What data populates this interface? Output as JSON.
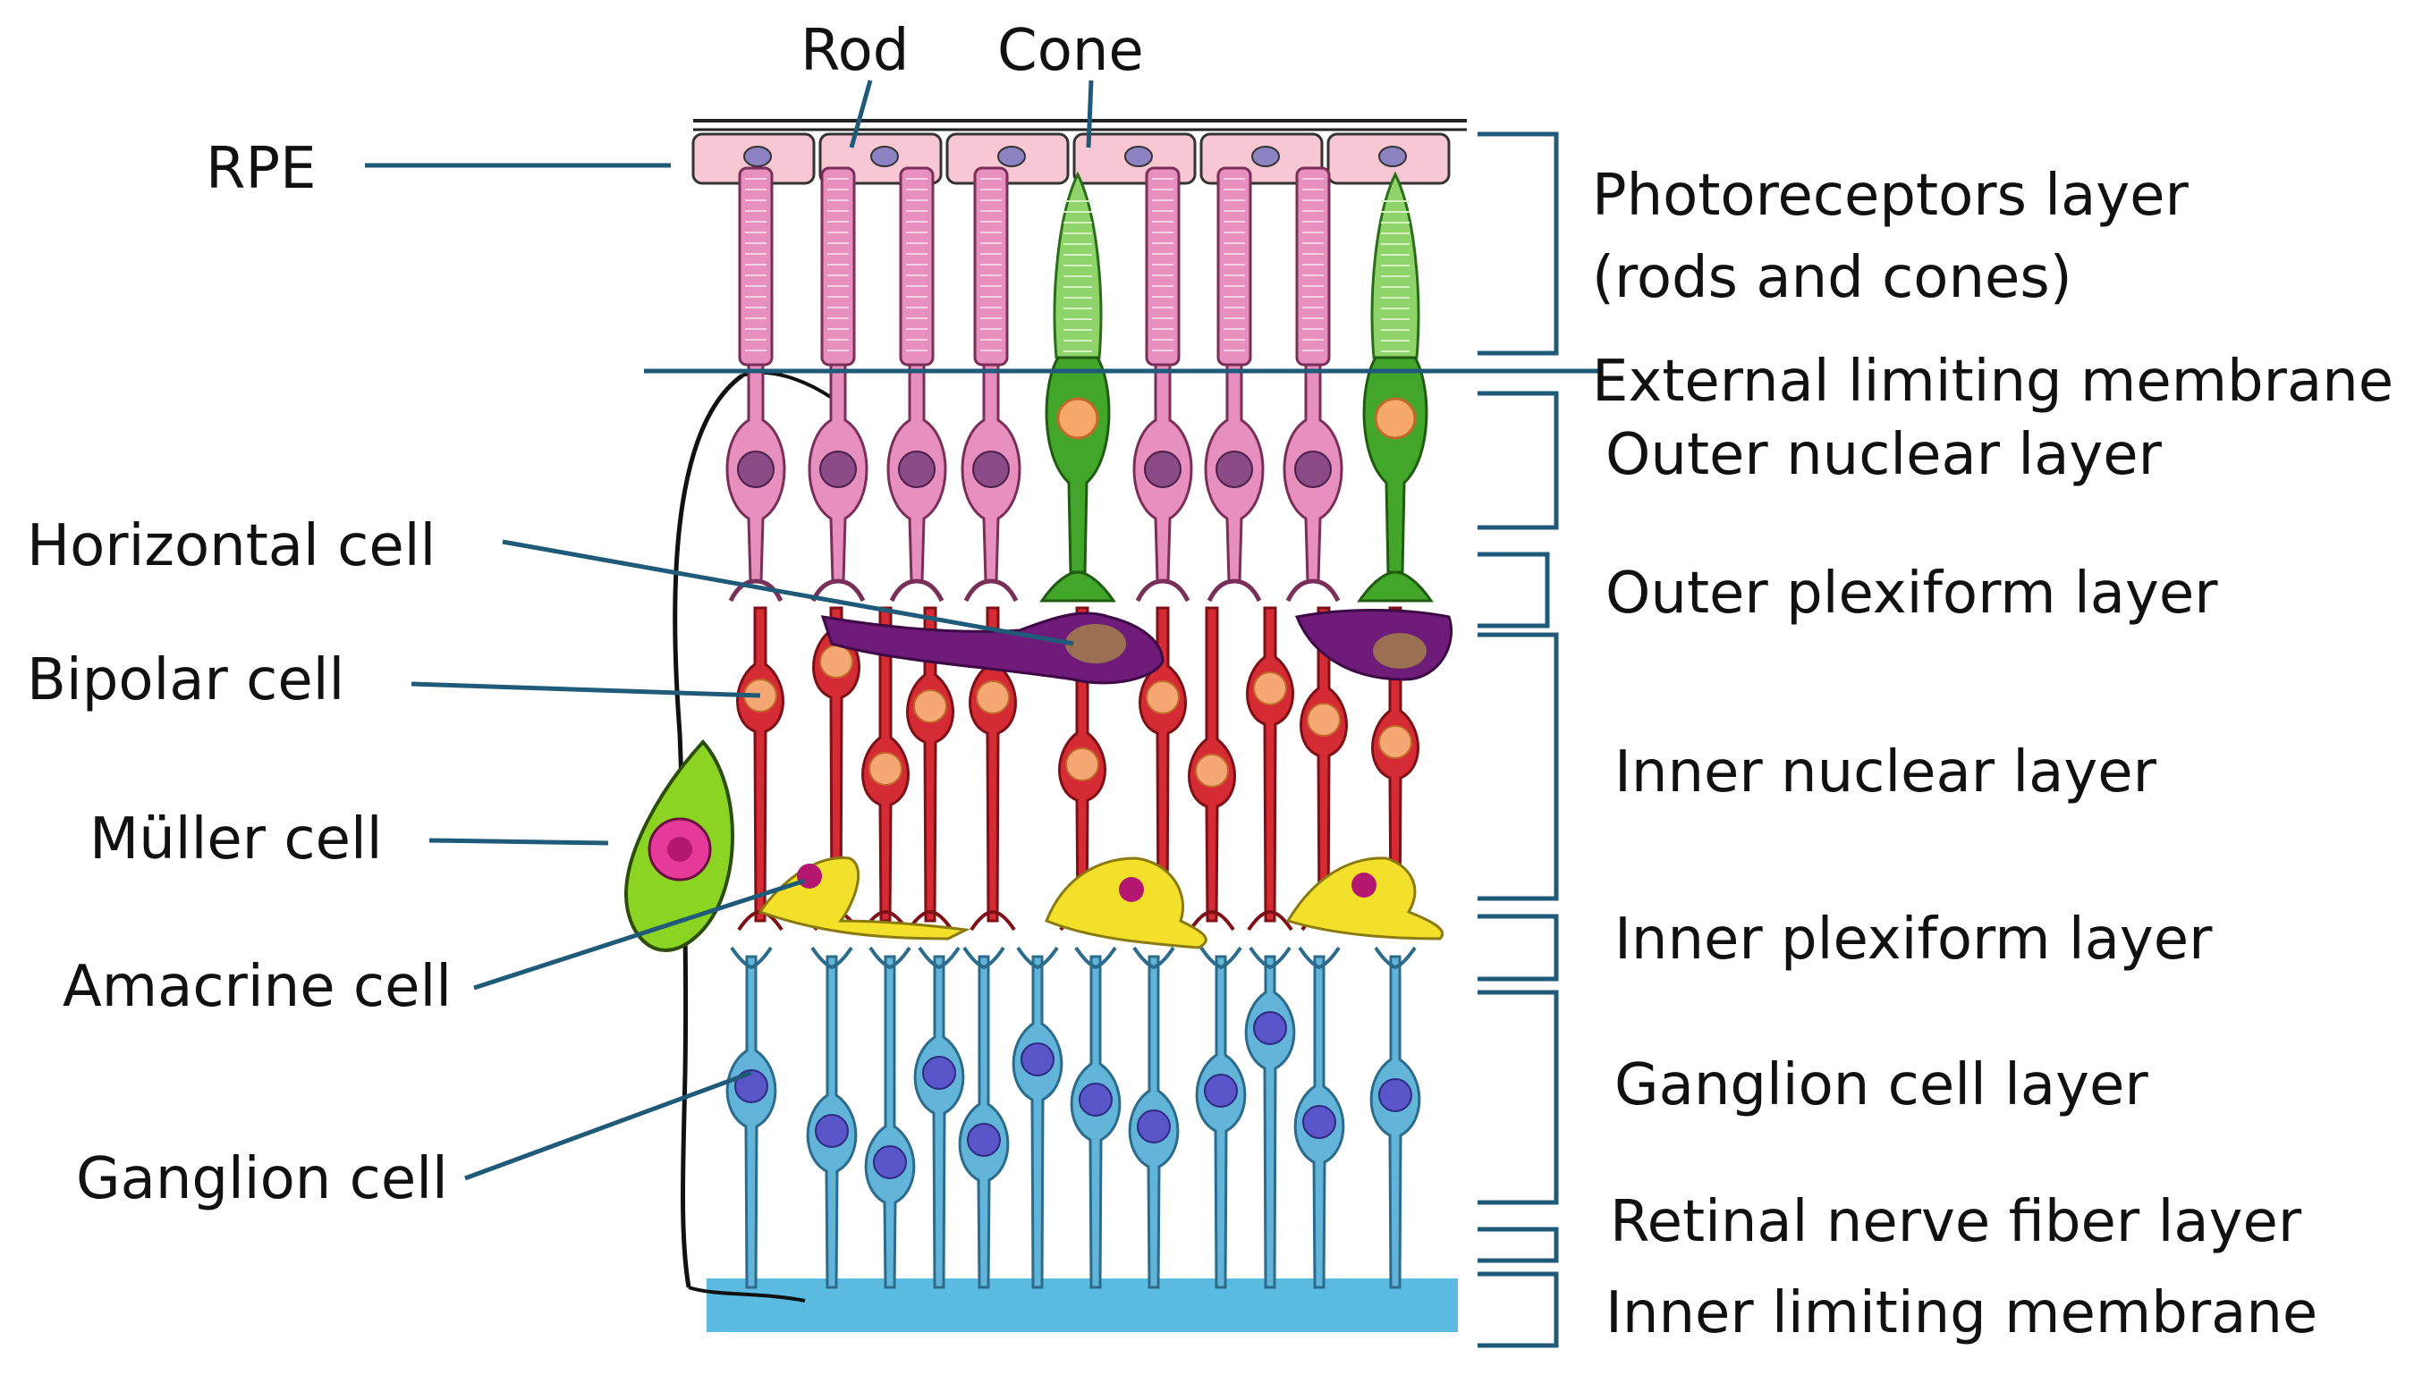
{
  "title": "",
  "colors": {
    "rod": "#e78fbf",
    "rod_nucleus": "#8a4b86",
    "cone": "#42a62b",
    "cone_outer": "#8fd46a",
    "cone_nucleus": "#f6a96a",
    "rpe": "#f7c7d3",
    "horizontal": "#6e1b7a",
    "horizontal_nucleus": "#9b7052",
    "bipolar": "#d52b34",
    "bipolar_nucleus": "#f5a873",
    "amacrine": "#f2e02a",
    "amacrine_nucleus": "#b3176f",
    "ganglion": "#62b4d8",
    "ganglion_nucleus": "#5a55c8",
    "muller": "#8bd421",
    "muller_nucleus": "#e63a9a",
    "ilm": "#5bbbe0",
    "line": "#1f5b78"
  },
  "labels": {
    "top": {
      "rod": "Rod",
      "cone": "Cone"
    },
    "left": {
      "rpe": "RPE",
      "horizontal_cell": "Horizontal cell",
      "bipolar_cell": "Bipolar cell",
      "muller_cell": "Müller cell",
      "amacrine_cell": "Amacrine cell",
      "ganglion_cell": "Ganglion cell"
    },
    "right": {
      "photoreceptors_line1": "Photoreceptors layer",
      "photoreceptors_line2": "(rods and cones)",
      "external_limiting_membrane": "External limiting membrane",
      "outer_nuclear_layer": "Outer nuclear layer",
      "outer_plexiform_layer": "Outer plexiform layer",
      "inner_nuclear_layer": "Inner nuclear layer",
      "inner_plexiform_layer": "Inner plexiform layer",
      "ganglion_cell_layer": "Ganglion cell layer",
      "retinal_nerve_fiber_layer": "Retinal nerve fiber layer",
      "inner_limiting_membrane": "Inner limiting membrane"
    }
  },
  "photoreceptors": [
    "rod",
    "rod",
    "rod",
    "rod",
    "cone",
    "rod",
    "rod",
    "rod",
    "cone"
  ]
}
